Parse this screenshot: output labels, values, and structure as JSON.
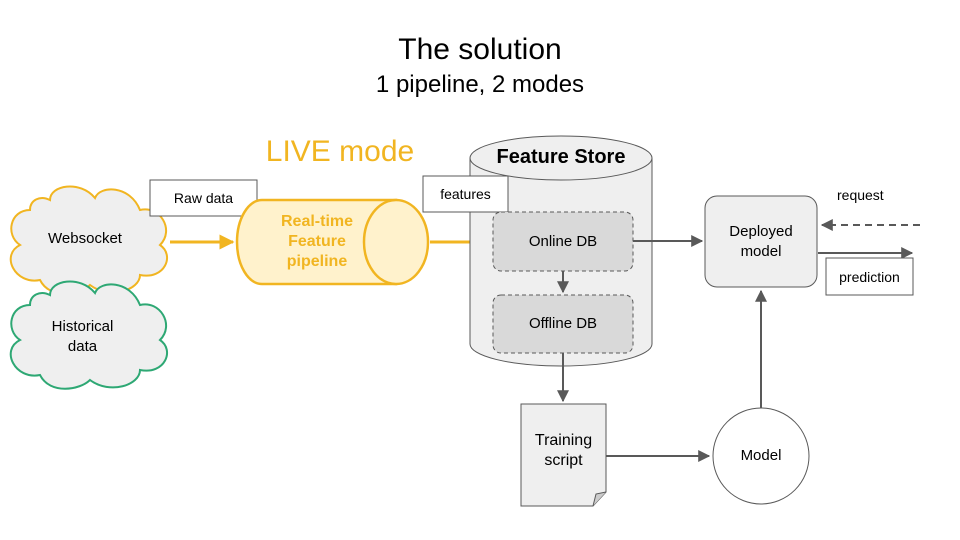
{
  "title": "The solution",
  "subtitle": "1 pipeline, 2 modes",
  "live_mode_label": "LIVE mode",
  "nodes": {
    "websocket": "Websocket",
    "historical_data": [
      "Historical",
      "data"
    ],
    "raw_data": "Raw data",
    "pipeline": [
      "Real-time",
      "Feature",
      "pipeline"
    ],
    "features": "features",
    "feature_store": "Feature Store",
    "online_db": "Online DB",
    "offline_db": "Offline DB",
    "training_script": [
      "Training",
      "script"
    ],
    "model": "Model",
    "deployed_model": [
      "Deployed",
      "model"
    ],
    "request": "request",
    "prediction": "prediction"
  },
  "colors": {
    "accent": "#f1b521",
    "accent_fill": "#fff2cc",
    "historical_outline": "#2ea874",
    "arrow": "#595959",
    "db_fill": "#d9d9d9",
    "store_fill": "#efefef"
  }
}
